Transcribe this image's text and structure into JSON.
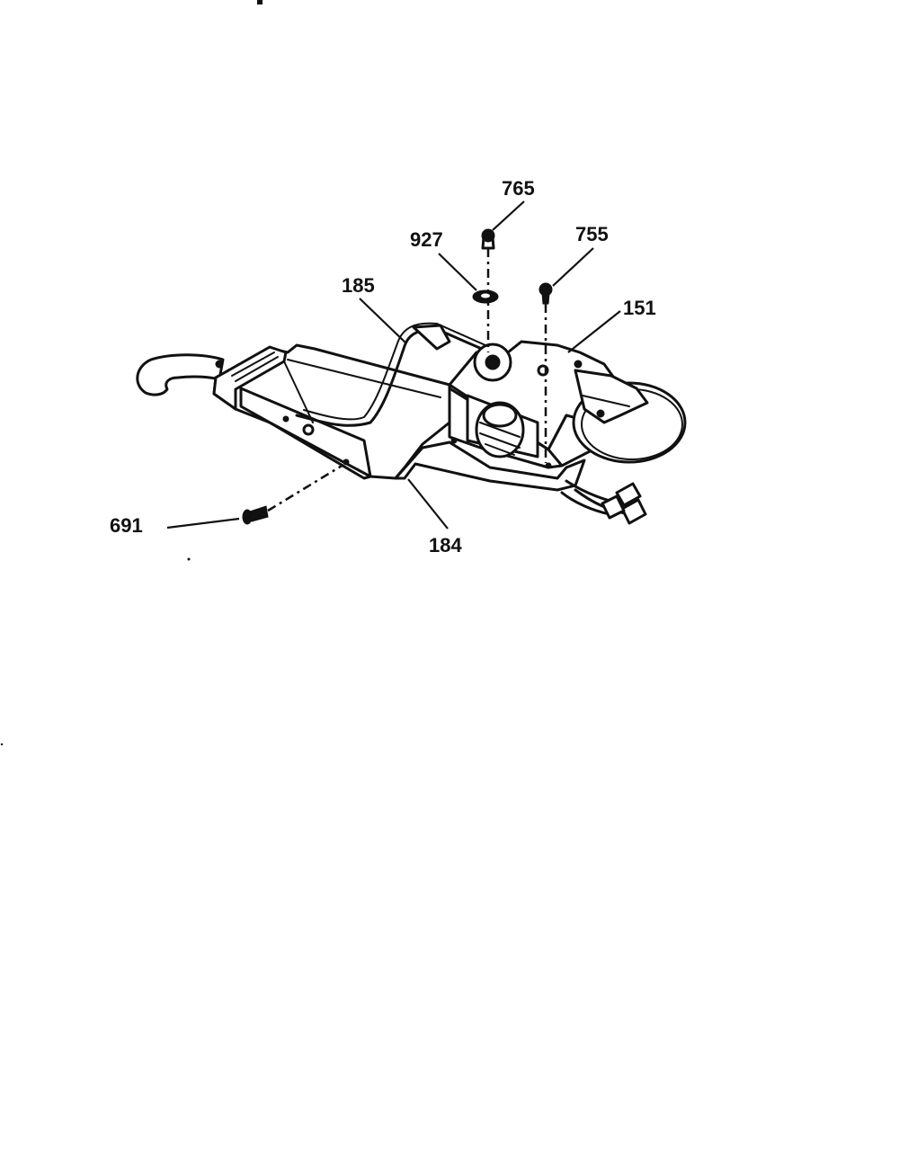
{
  "diagram": {
    "part_labels": {
      "p765a": "765",
      "p927": "927",
      "p755": "755",
      "p185": "185",
      "p151": "151",
      "p691": "691",
      "p184": "184"
    }
  }
}
